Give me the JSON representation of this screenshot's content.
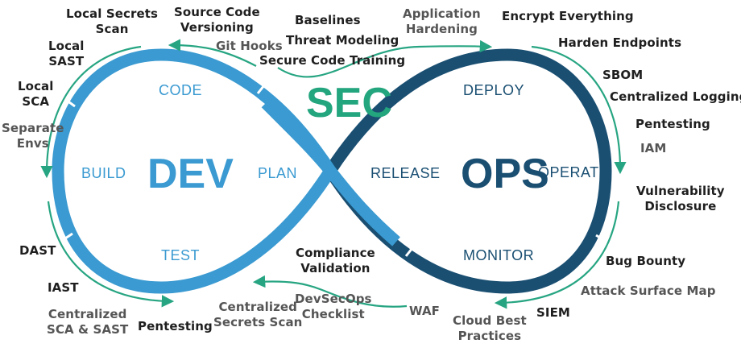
{
  "colors": {
    "dev_blue": "#3a9ad1",
    "ops_navy": "#1a4f72",
    "sec_green": "#23a57e",
    "outer_green": "#27a582",
    "text_dark": "#1f1f1f",
    "text_gray": "#555555"
  },
  "center": {
    "dev": "DEV",
    "sec": "SEC",
    "ops": "OPS"
  },
  "stages": {
    "code": "CODE",
    "build": "BUILD",
    "test": "TEST",
    "plan": "PLAN",
    "release": "RELEASE",
    "deploy": "DEPLOY",
    "operate": "OPERATE",
    "monitor": "MONITOR"
  },
  "practices": {
    "local_secrets_scan": "Local Secrets\nScan",
    "source_code_versioning": "Source Code\nVersioning",
    "git_hooks": "Git Hooks",
    "baselines": "Baselines",
    "threat_modeling": "Threat Modeling",
    "secure_code_training": "Secure Code Training",
    "application_hardening": "Application\nHardening",
    "encrypt_everything": "Encrypt Everything",
    "harden_endpoints": "Harden Endpoints",
    "sbom": "SBOM",
    "centralized_logging": "Centralized Logging",
    "pentesting_ops": "Pentesting",
    "iam": "IAM",
    "vulnerability_disclosure": "Vulnerability\nDisclosure",
    "bug_bounty": "Bug Bounty",
    "attack_surface_map": "Attack Surface Map",
    "siem": "SIEM",
    "cloud_best_practices": "Cloud Best\nPractices",
    "waf": "WAF",
    "devsecops_checklist": "DevSecOps\nChecklist",
    "compliance_validation": "Compliance\nValidation",
    "centralized_secrets_scan": "Centralized\nSecrets Scan",
    "pentesting_dev": "Pentesting",
    "centralized_sca_sast": "Centralized\nSCA & SAST",
    "iast": "IAST",
    "dast": "DAST",
    "separate_envs": "Separate\nEnvs",
    "local_sca": "Local\nSCA",
    "local_sast": "Local\nSAST"
  }
}
